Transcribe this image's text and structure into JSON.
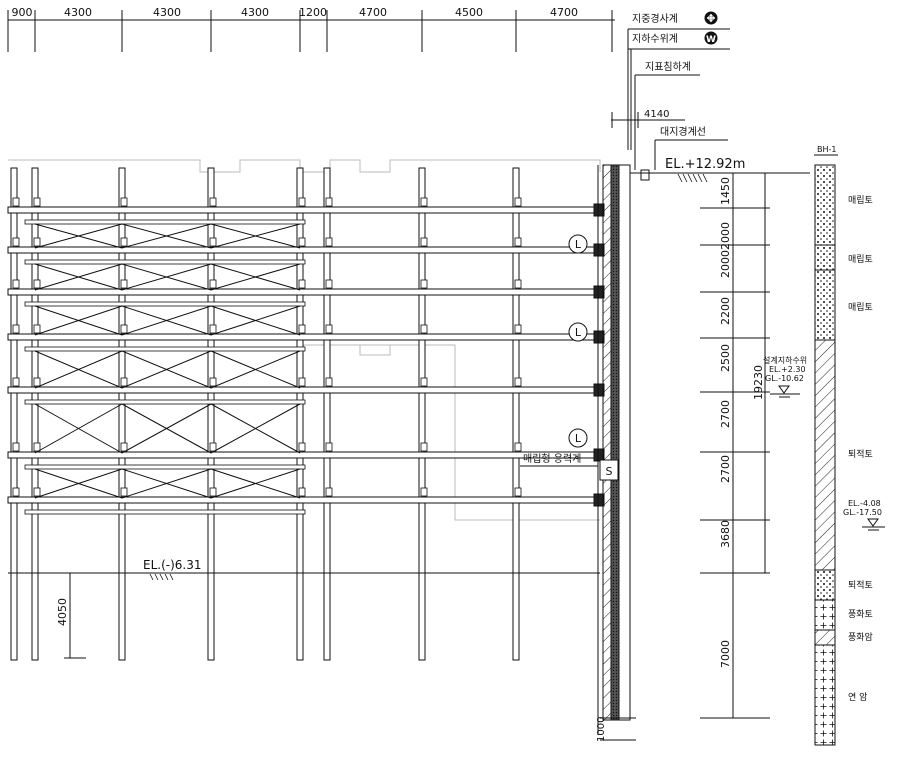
{
  "top_dimensions": [
    "900",
    "4300",
    "4300",
    "4300",
    "1200",
    "4700",
    "4500",
    "4700"
  ],
  "legend": [
    {
      "label": "지중경사계",
      "symbol": "inclinometer-icon"
    },
    {
      "label": "지하수위계",
      "symbol": "W"
    }
  ],
  "callouts": {
    "settlement": "지표침하계",
    "offset": "4140",
    "boundary": "대지경계선",
    "ground_el": "EL.+12.92m",
    "excavation_el": "EL.(-)6.31",
    "pile_depth": "4050",
    "stress_meter": "매립형 응력계",
    "stress_symbol": "S",
    "bottom_dim": "1000"
  },
  "load_cells": [
    "L",
    "L",
    "L"
  ],
  "vertical_dimensions": [
    "1450",
    "2000",
    "2000",
    "2200",
    "2500",
    "2700",
    "2700",
    "3680",
    "7000"
  ],
  "total_depth": "19230",
  "water_level": {
    "title": "설계지하수위",
    "el": "EL.+2.30",
    "gl": "GL.-10.62"
  },
  "borehole": {
    "name": "BH-1",
    "layers": [
      "매립토",
      "매립토",
      "매립토",
      "퇴적토",
      "퇴적토",
      "풍화토",
      "풍화암",
      "연 암"
    ],
    "water": {
      "el": "EL.-4.08",
      "gl": "GL.-17.50"
    }
  }
}
